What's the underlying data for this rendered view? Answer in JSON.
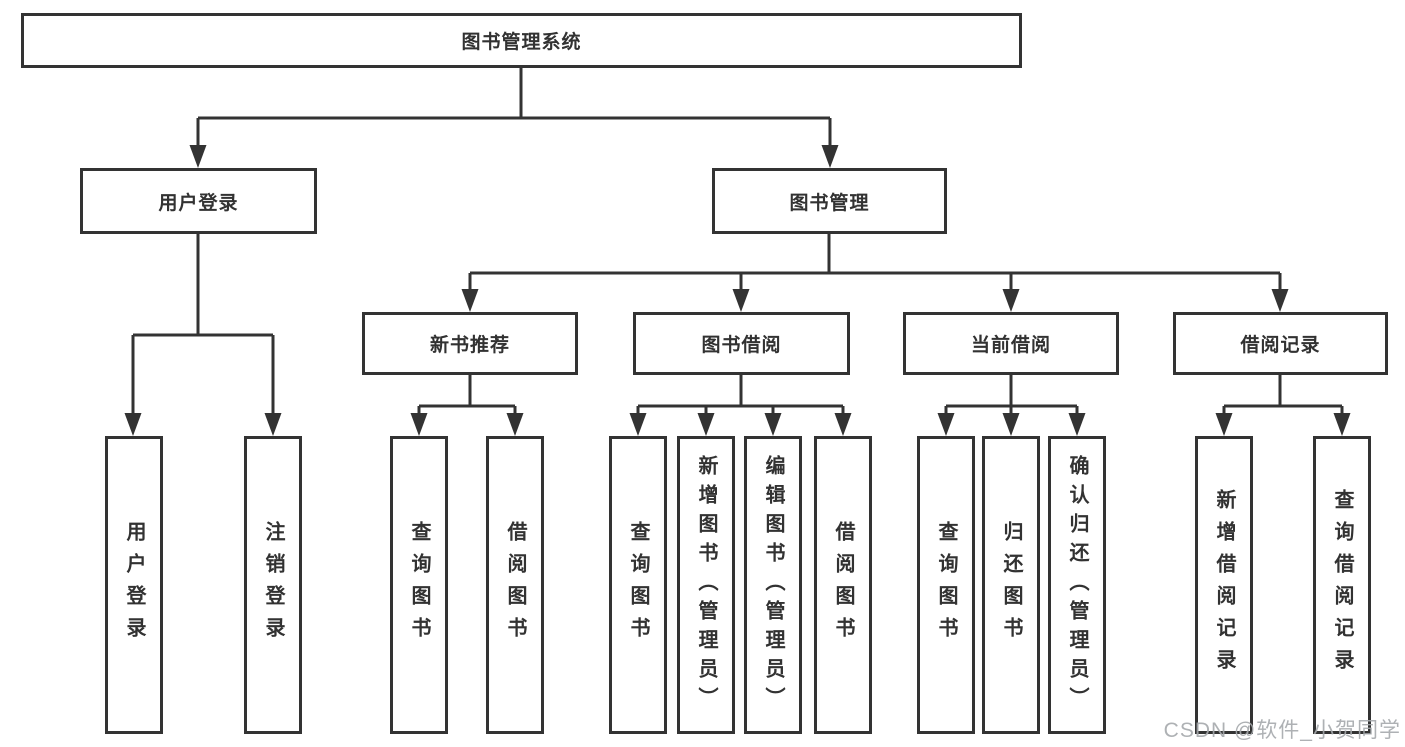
{
  "diagram": {
    "root": {
      "label": "图书管理系统"
    },
    "branches": [
      {
        "label": "用户登录",
        "children": [
          "用户登录",
          "注销登录"
        ]
      },
      {
        "label": "图书管理",
        "groups": [
          {
            "label": "新书推荐",
            "children": [
              "查询图书",
              "借阅图书"
            ]
          },
          {
            "label": "图书借阅",
            "children": [
              "查询图书",
              "新增图书（管理员）",
              "编辑图书（管理员）",
              "借阅图书"
            ]
          },
          {
            "label": "当前借阅",
            "children": [
              "查询图书",
              "归还图书",
              "确认归还（管理员）"
            ]
          },
          {
            "label": "借阅记录",
            "children": [
              "新增借阅记录",
              "查询借阅记录"
            ]
          }
        ]
      }
    ]
  },
  "watermark": "CSDN @软件_小贺同学",
  "colors": {
    "line": "#333333",
    "box_fill": "#ffffff",
    "text": "#323232",
    "watermark": "#a5a8ac"
  }
}
